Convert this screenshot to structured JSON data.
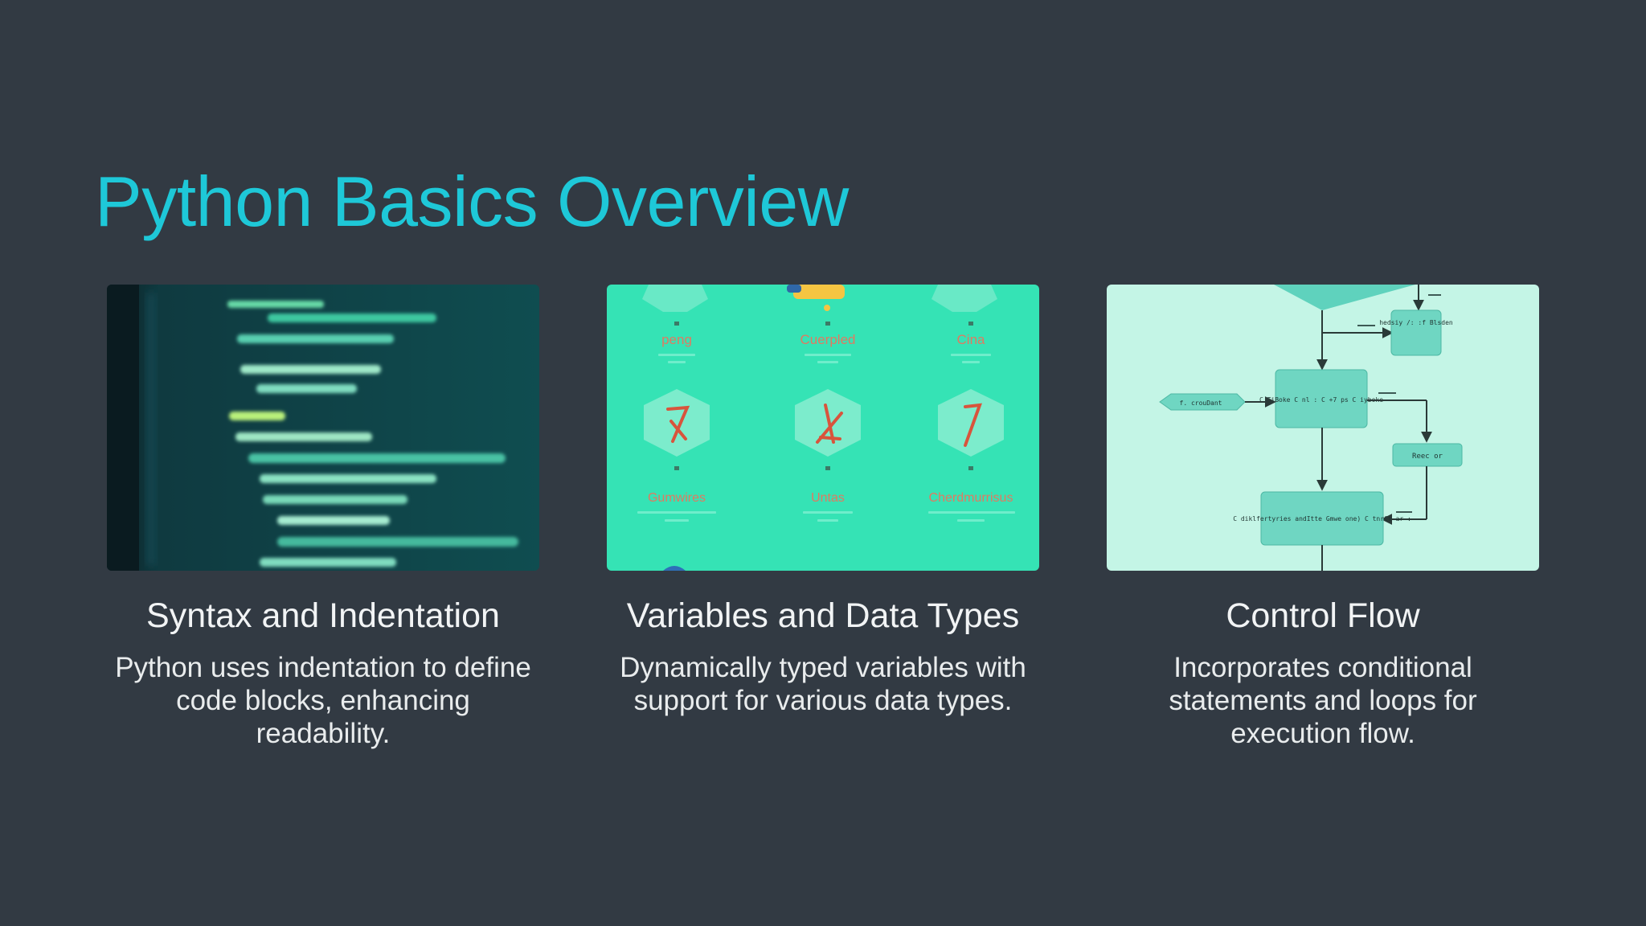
{
  "slide": {
    "title": "Python Basics Overview"
  },
  "cards": [
    {
      "title": "Syntax and Indentation",
      "description": "Python uses indentation to define code blocks, enhancing readability.",
      "image_icon": "code-editor-image"
    },
    {
      "title": "Variables and Data Types",
      "description": "Dynamically typed variables with support for various data types.",
      "image_icon": "data-types-grid-image",
      "image_labels": [
        "peng",
        "Cuerpled",
        "Cina",
        "Gumwires",
        "Untas",
        "Cherdmurrisus"
      ]
    },
    {
      "title": "Control Flow",
      "description": "Incorporates conditional statements and loops for execution flow.",
      "image_icon": "flowchart-image",
      "image_labels": [
        "hedsiy /: :f Blsden",
        "C TiBoke C nl : C +7 ps C iyboke",
        "f. crouDant",
        "Reec or",
        "C diklfertyries andItte Gmwe one) C tnrCt ar :"
      ]
    }
  ],
  "colors": {
    "background": "#323a43",
    "accent": "#1ec8d8",
    "text": "#f2f4f5"
  }
}
